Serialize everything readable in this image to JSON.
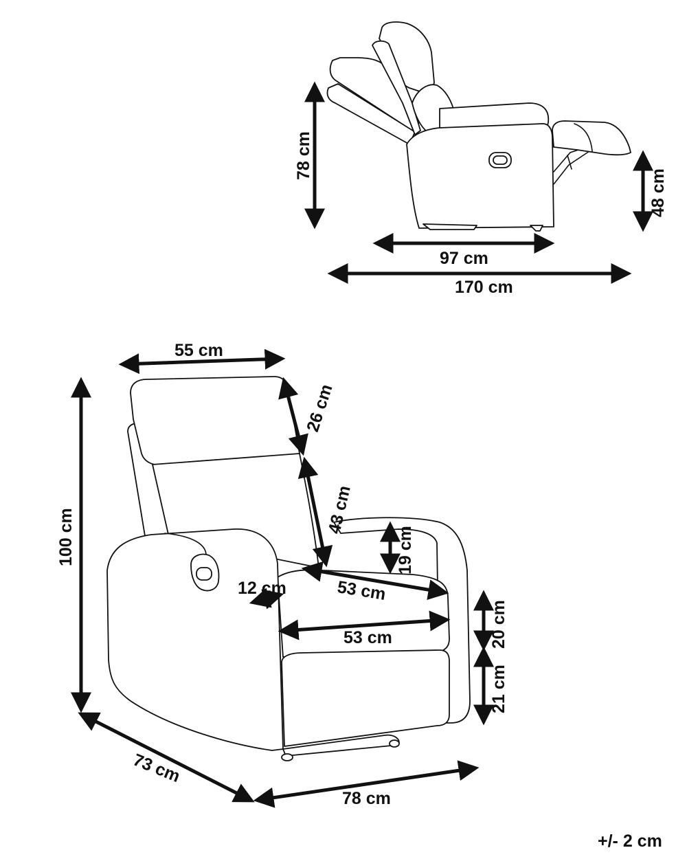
{
  "side_view": {
    "height_overall": "78 cm",
    "footrest_height": "48 cm",
    "seat_depth": "97 cm",
    "reclined_length": "170 cm"
  },
  "front_view": {
    "backrest_width": "55 cm",
    "headrest_height": "26 cm",
    "backrest_height": "43 cm",
    "armrest_height": "19 cm",
    "armrest_width": "12 cm",
    "seat_depth": "53 cm",
    "seat_width": "53 cm",
    "cushion_height": "20 cm",
    "base_height": "21 cm",
    "total_height": "100 cm",
    "depth": "73 cm",
    "width": "78 cm"
  },
  "tolerance": "+/- 2 cm"
}
